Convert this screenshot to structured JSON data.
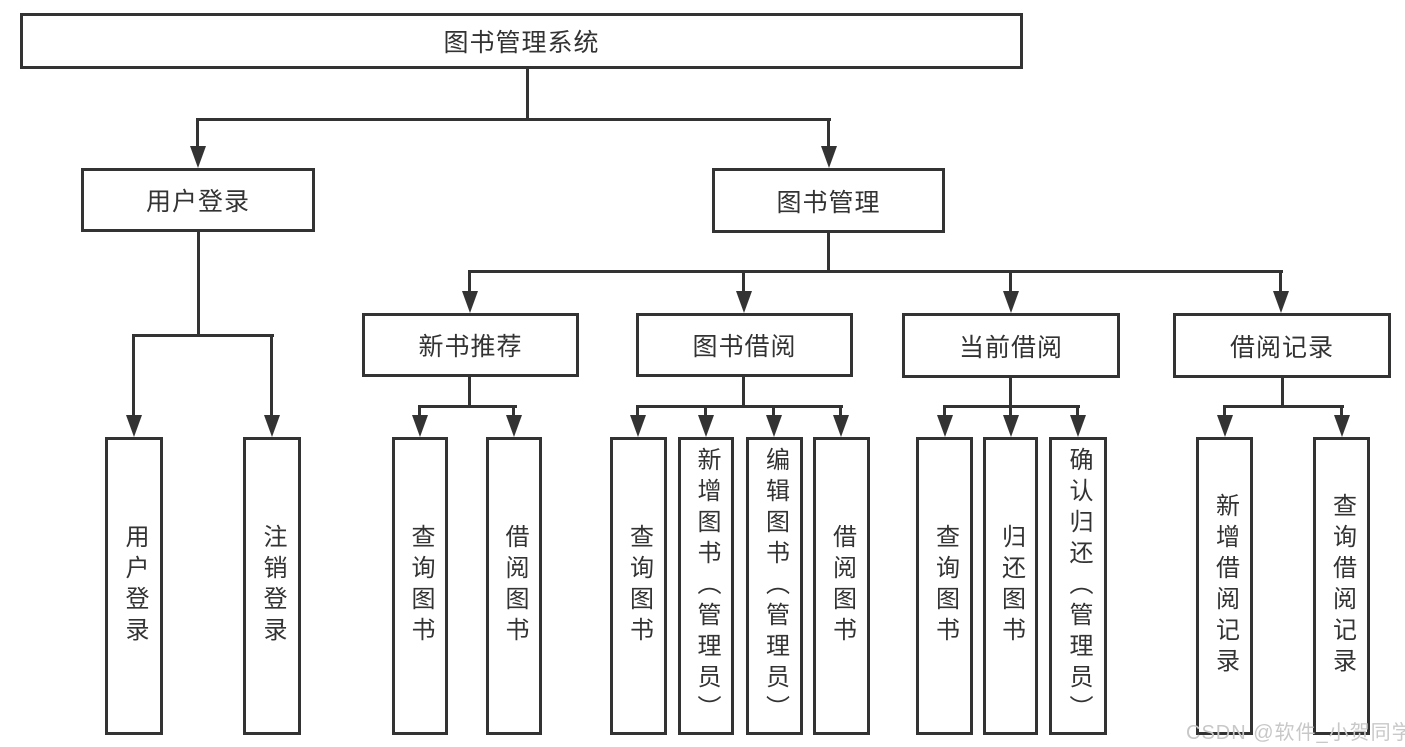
{
  "colors": {
    "line": "#333333",
    "text": "#333333",
    "background": "#ffffff",
    "watermark": "#c8c8c8"
  },
  "watermark": {
    "text": "CSDN @软件_小贺同学"
  },
  "tree": {
    "root": {
      "label": "图书管理系统"
    },
    "level2": [
      {
        "label": "用户登录"
      },
      {
        "label": "图书管理"
      }
    ],
    "level3": [
      {
        "label": "新书推荐"
      },
      {
        "label": "图书借阅"
      },
      {
        "label": "当前借阅"
      },
      {
        "label": "借阅记录"
      }
    ],
    "leaves": {
      "login": [
        "用户登录",
        "注销登录"
      ],
      "newbook": [
        "查询图书",
        "借阅图书"
      ],
      "borrow": [
        "查询图书",
        "新增图书（管理员）",
        "编辑图书（管理员）",
        "借阅图书"
      ],
      "current": [
        "查询图书",
        "归还图书",
        "确认归还（管理员）"
      ],
      "records": [
        "新增借阅记录",
        "查询借阅记录"
      ]
    }
  }
}
